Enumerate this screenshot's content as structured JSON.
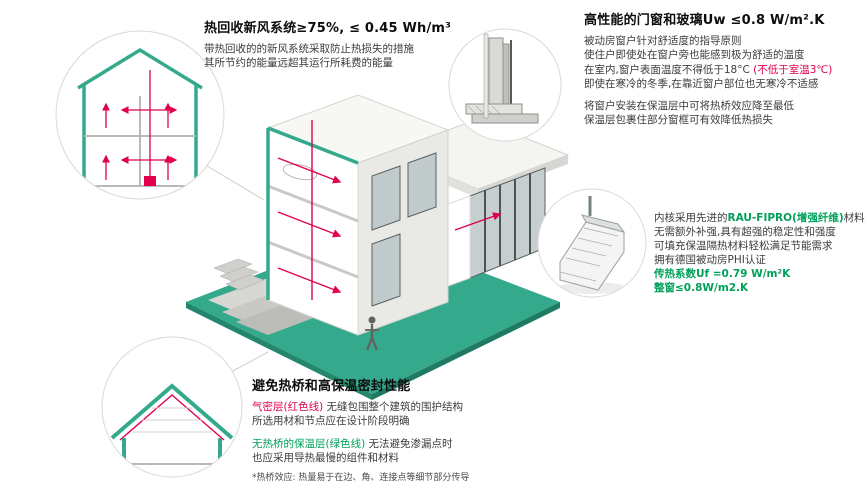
{
  "colors": {
    "teal": "#35a98c",
    "teal_dark": "#23876e",
    "red_accent": "#e0004d",
    "green_text": "#00a05a",
    "body_text": "#3c3c3c"
  },
  "hrv": {
    "title": "热回收新风系统≥75%, ≤ 0.45 Wh/m³",
    "line1": "带热回收的的新风系统采取防止热损失的措施",
    "line2": "其所节约的能量远超其运行所耗费的能量"
  },
  "windows": {
    "title": "高性能的门窗和玻璃Uw ≤0.8 W/m².K",
    "line1": "被动房窗户针对舒适度的指导原则",
    "line2": "使住户即使处在窗户旁也能感到极为舒适的温度",
    "line3a": "在室内,窗户表面温度不得低于18°C ",
    "line3b": "(不低于室温3℃)",
    "line4": "即使在寒冷的冬季,在靠近窗户部位也无寒冷不适感",
    "line5": "将窗户安装在保温层中可将热桥效应降至最低",
    "line6": "保温层包裹住部分窗框可有效降低热损失"
  },
  "profile": {
    "line1a": "内核采用先进的",
    "line1b": "RAU-FIPRO(增强纤维)",
    "line1c": "材料",
    "line2": "无需额外补强,具有超强的稳定性和强度",
    "line3": "可填充保温隔热材料轻松满足节能需求",
    "line4": "拥有德国被动房PHI认证",
    "line5": "传热系数Uf =0.79 W/m²K",
    "line6": "整窗≤0.8W/m2.K"
  },
  "bridge": {
    "title": "避免热桥和高保温密封性能",
    "line1a": "气密层(红色线)",
    "line1b": " 无缝包围整个建筑的围护结构",
    "line2": "所选用材和节点应在设计阶段明确",
    "line3a": "无热桥的保温层(绿色线)",
    "line3b": " 无法避免渗漏点时",
    "line4": "也应采用导热最慢的组件和材料",
    "note": "*热桥效应: 热量易于在边、角、连接点等细节部分传导"
  },
  "illustrations": {
    "hrv_circle": "house-cross-section-with-ventilation-arrows",
    "window_section_circle": "window-frame-installation-section",
    "window_profile_circle": "window-profile-3d-render",
    "roof_section_circle": "roof-insulation-cross-section",
    "center": "isometric-passive-house-cutaway"
  }
}
